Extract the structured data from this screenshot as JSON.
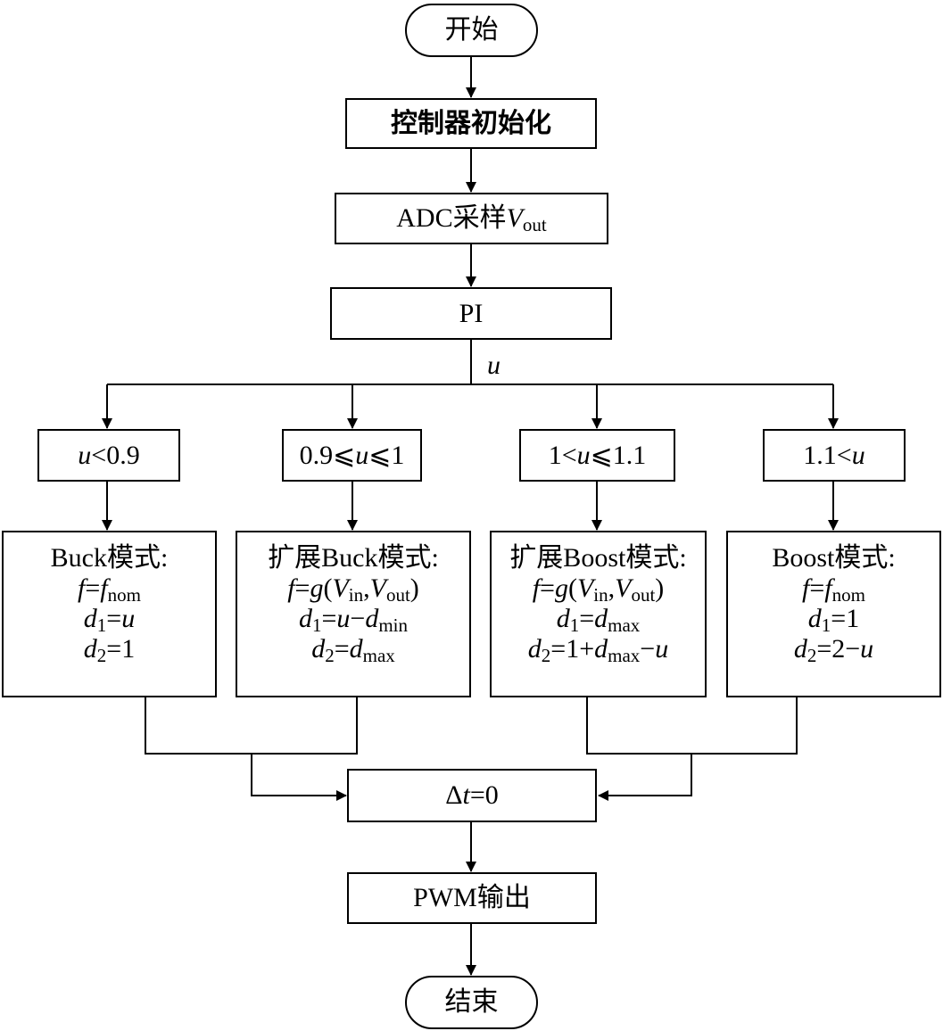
{
  "start": "开始",
  "init": "控制器初始化",
  "adc": {
    "prefix": "ADC采样",
    "var": "V",
    "sub": "out"
  },
  "pi": "PI",
  "u_label": "u",
  "cond1": {
    "v": "u",
    "rest": "<0.9"
  },
  "cond2": {
    "pre": "0.9⩽",
    "v": "u",
    "post": "⩽1"
  },
  "cond3": {
    "pre": "1<",
    "v": "u",
    "post": "⩽1.1"
  },
  "cond4": {
    "pre": "1.1<",
    "v": "u"
  },
  "mode1": {
    "title": "Buck模式:",
    "l2": {
      "f": "f",
      "eq": "=",
      "f2": "f",
      "sub": "nom"
    },
    "l3": {
      "d": "d",
      "sub": "1",
      "eq": "=",
      "u": "u"
    },
    "l4": {
      "d": "d",
      "sub": "2",
      "eq": "=1"
    }
  },
  "mode2": {
    "title": "扩展Buck模式:",
    "l2": {
      "f": "f",
      "eq": "=",
      "g": "g",
      "open": "(",
      "v1": "V",
      "s1": "in",
      "comma": ",",
      "v2": "V",
      "s2": "out",
      "close": ")"
    },
    "l3": {
      "d": "d",
      "sub": "1",
      "eq": "=",
      "u": "u",
      "minus": "−",
      "d2": "d",
      "sub2": "min"
    },
    "l4": {
      "d": "d",
      "sub": "2",
      "eq": "=",
      "d2": "d",
      "sub2": "max"
    }
  },
  "mode3": {
    "title": "扩展Boost模式:",
    "l2": {
      "f": "f",
      "eq": "=",
      "g": "g",
      "open": "(",
      "v1": "V",
      "s1": "in",
      "comma": ",",
      "v2": "V",
      "s2": "out",
      "close": ")"
    },
    "l3": {
      "d": "d",
      "sub": "1",
      "eq": "=",
      "d2": "d",
      "sub2": "max"
    },
    "l4": {
      "d": "d",
      "sub": "2",
      "eq": "=1+",
      "d2": "d",
      "sub2": "max",
      "minus": "−",
      "u": "u"
    }
  },
  "mode4": {
    "title": "Boost模式:",
    "l2": {
      "f": "f",
      "eq": "=",
      "f2": "f",
      "sub": "nom"
    },
    "l3": {
      "d": "d",
      "sub": "1",
      "eq": "=1"
    },
    "l4": {
      "d": "d",
      "sub": "2",
      "eq": "=2−",
      "u": "u"
    }
  },
  "dt": {
    "delta": "Δ",
    "v": "t",
    "rest": "=0"
  },
  "pwm": "PWM输出",
  "end": "结束"
}
